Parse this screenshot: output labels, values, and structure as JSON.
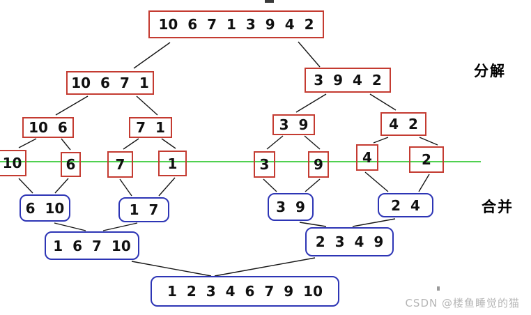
{
  "side_labels": {
    "decompose": "分解",
    "merge": "合并"
  },
  "watermark": "CSDN @楼鱼睡觉的猫",
  "nodes": {
    "root": "10 6 7 1 3 9 4 2",
    "left_half": "10 6 7 1",
    "right_half": "3 9 4 2",
    "pair_10_6": "10 6",
    "pair_7_1": "7 1",
    "pair_3_9": "3 9",
    "pair_4_2": "4 2",
    "single_10": "10",
    "single_6": "6",
    "single_7": "7",
    "single_1": "1",
    "single_3": "3",
    "single_9": "9",
    "single_4": "4",
    "single_2": "2",
    "merged_6_10": "6 10",
    "merged_1_7": "1 7",
    "merged_3_9": "3 9",
    "merged_2_4": "2 4",
    "merged_left": "1 6 7 10",
    "merged_right": "2 3 4 9",
    "sorted": "1 2 3 4 6 7 9 10"
  },
  "colors": {
    "split_box": "#c43b31",
    "merge_box": "#2d35b5",
    "axis_line": "#50d050",
    "connector": "#161616",
    "watermark": "#b5b5b5"
  }
}
